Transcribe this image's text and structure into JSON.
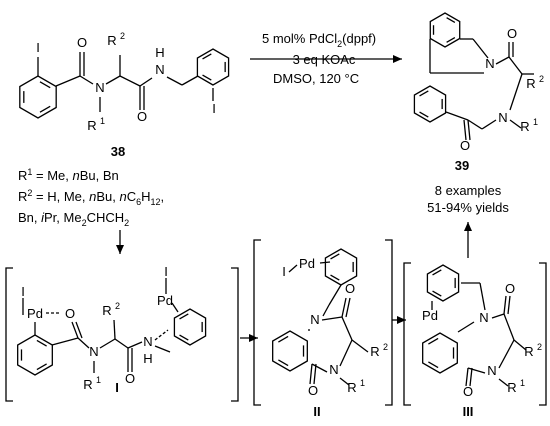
{
  "compounds": {
    "c38": "38",
    "c39": "39",
    "intI": "I",
    "intII": "II",
    "intIII": "III"
  },
  "conditions": {
    "catalyst": [
      "5 mol% PdCl",
      "2",
      "(dppf)"
    ],
    "base": "3 eq KOAc",
    "solvent": [
      "DMSO, 120 °C"
    ]
  },
  "substituents": {
    "r1": [
      "R",
      "1",
      " = Me, ",
      "n",
      "Bu, Bn"
    ],
    "r2_line1": [
      "R",
      "2",
      " = H, Me, ",
      "n",
      "Bu, ",
      "n",
      "C",
      "6",
      "H",
      "12",
      ","
    ],
    "r2_line2": [
      "Bn, ",
      "i",
      "Pr, Me",
      "2",
      "CHCH",
      "2"
    ]
  },
  "result": {
    "examples": "8 examples",
    "yields": "51-94% yields"
  },
  "atoms": {
    "I": "I",
    "N": "N",
    "O": "O",
    "H": "H",
    "Pd": "Pd",
    "R": "R",
    "sup1": "1",
    "sup2": "2"
  }
}
